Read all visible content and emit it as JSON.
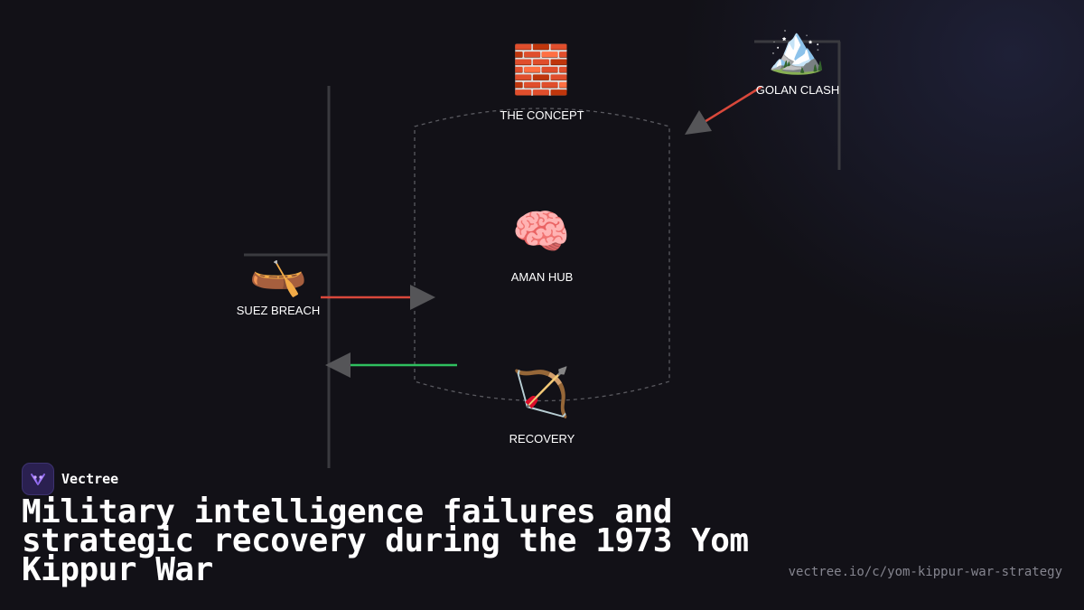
{
  "brand": {
    "name": "Vectree",
    "logo_icon": "v-network-logo-icon"
  },
  "title": "Military intelligence failures and strategic recovery during the 1973 Yom Kippur War",
  "url": "vectree.io/c/yom-kippur-war-strategy",
  "colors": {
    "background": "#121117",
    "frame_line": "#3a3a3f",
    "dashed_boundary": "#5a5a60",
    "arrow_red": "#d9483b",
    "arrow_green": "#2fbf5f",
    "arrowhead": "#555558"
  },
  "nodes": {
    "concept": {
      "label": "THE CONCEPT",
      "icon": "brick-wall-icon",
      "glyph": "🧱"
    },
    "golan": {
      "label": "GOLAN CLASH",
      "icon": "snow-mountain-icon",
      "glyph": "🏔️"
    },
    "aman": {
      "label": "AMAN HUB",
      "icon": "brain-icon",
      "glyph": "🧠"
    },
    "suez": {
      "label": "SUEZ BREACH",
      "icon": "canoe-icon",
      "glyph": "🛶"
    },
    "recovery": {
      "label": "RECOVERY",
      "icon": "bow-and-arrow-icon",
      "glyph": "🏹"
    }
  }
}
